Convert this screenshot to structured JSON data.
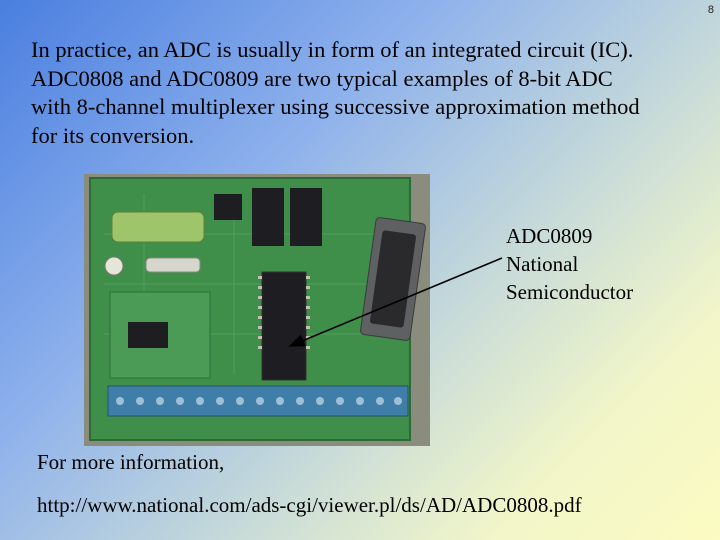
{
  "slide": {
    "number": "8",
    "body_lines": [
      "In practice, an ADC is usually in form of an integrated circuit (IC).",
      "ADC0808 and ADC0809 are two typical examples of 8-bit ADC",
      "with 8-channel multiplexer using successive approximation method",
      "for its conversion."
    ],
    "callout_lines": [
      "ADC0809",
      "National",
      "Semiconductor"
    ],
    "more_info": "For more information,",
    "url": "http://www.national.com/ads-cgi/viewer.pl/ds/AD/ADC0808.pdf"
  },
  "colors": {
    "board": "#3f8f4a",
    "chip": "#1e1e22",
    "terminal": "#3f7ea8",
    "arrow": "#000000"
  }
}
